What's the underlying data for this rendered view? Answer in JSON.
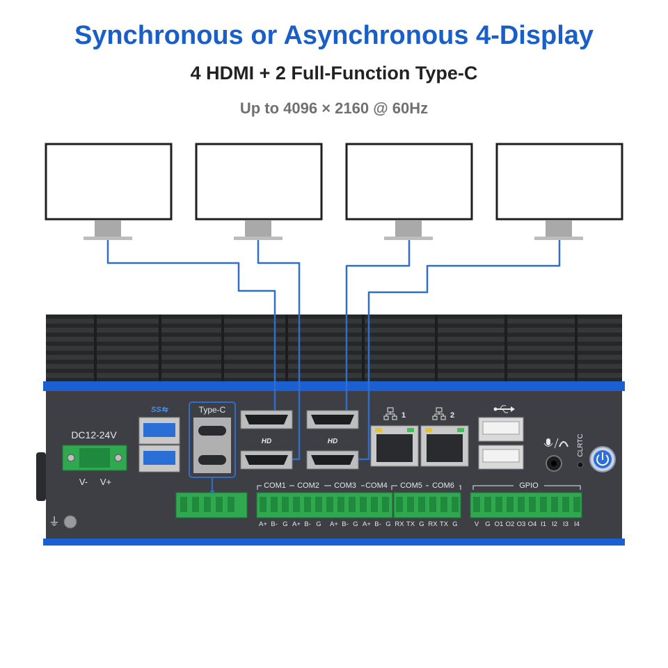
{
  "title": "Synchronous or Asynchronous 4-Display",
  "subtitle": "4 HDMI + 2 Full-Function Type-C",
  "spec": "Up to 4096 × 2160 @ 60Hz",
  "colors": {
    "title_blue": "#1a5fc8",
    "cable_blue": "#2f6fc9",
    "panel": "#3d3f44",
    "accent_blue": "#1b60d2",
    "terminal_green": "#2fa84f"
  },
  "panel": {
    "power_label": "DC12-24V",
    "power_pins": [
      "V-",
      "V+"
    ],
    "typec_label": "Type-C",
    "usb3_logo": "SS⇆",
    "hdmi_logo": "HD",
    "lan_labels": [
      "1",
      "2"
    ],
    "com_labels": [
      "COM1",
      "COM2",
      "COM3",
      "COM4",
      "COM5",
      "COM6"
    ],
    "com_pins": [
      "A+",
      "B-",
      "G",
      "A+",
      "B-",
      "G",
      "A+",
      "B-",
      "G",
      "A+",
      "B-",
      "G",
      "RX",
      "TX",
      "G",
      "RX",
      "TX",
      "G"
    ],
    "gpio_label": "GPIO",
    "gpio_pins": [
      "V",
      "G",
      "O1",
      "O2",
      "O3",
      "O4",
      "I1",
      "I2",
      "I3",
      "I4"
    ],
    "clrtc_label": "CLRTC"
  }
}
